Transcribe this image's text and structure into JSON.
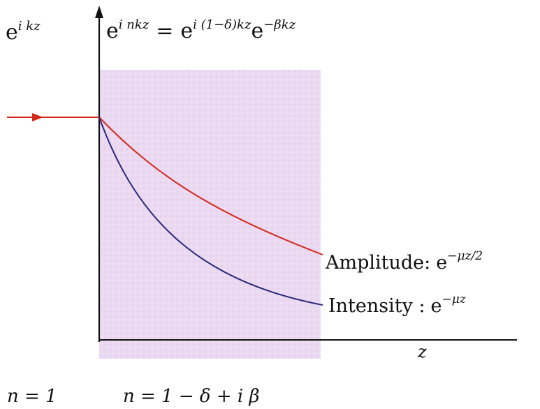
{
  "labels": {
    "vacuum_wave_base": "e",
    "vacuum_wave_exp": "i kz",
    "medium_wave_lhs_base": "e",
    "medium_wave_lhs_exp": "i nkz",
    "medium_wave_eq": "=",
    "medium_wave_rhs1_base": "e",
    "medium_wave_rhs1_exp": "i (1−δ)kz",
    "medium_wave_rhs2_base": "e",
    "medium_wave_rhs2_exp": "−βkz",
    "amplitude_label": "Amplitude:",
    "amplitude_base": "e",
    "amplitude_exp": "−μz/2",
    "intensity_label": "Intensity :",
    "intensity_base": "e",
    "intensity_exp": "−μz",
    "axis_z": "z",
    "index_vacuum": "n = 1",
    "index_medium": "n = 1 − δ + i β"
  },
  "colors": {
    "medium_fill": "#eadcf2",
    "amplitude_curve": "#d42a1e",
    "intensity_curve": "#2a2a7a",
    "axes": "#111111",
    "incident_arrow": "#d42a1e"
  }
}
